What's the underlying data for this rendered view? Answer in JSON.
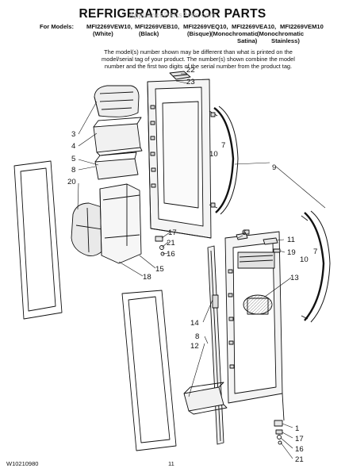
{
  "title": "REFRIGERATOR DOOR PARTS",
  "watermark": "AppliancePartsPros.com",
  "models": {
    "prefix": "For Models:",
    "list": [
      "MFI2269VEW10,",
      "MFI2269VEB10,",
      "MFI2269VEQ10,",
      "MFI2269VEA10,",
      "MFI2269VEM10"
    ],
    "colors_line1": [
      "(White)",
      "(Black)",
      "(Bisque)",
      "(Monochromatic",
      "(Monochromatic"
    ],
    "colors_line2": [
      "Satina)",
      "Stainless)"
    ]
  },
  "note": [
    "The model(s) number shown may be different than what is printed on the",
    "model/serial tag of your product. The number(s) shown combine the model",
    "number and the first two digits of the serial number from the product tag."
  ],
  "callouts": {
    "c22": "22",
    "c23": "23",
    "c3": "3",
    "c4": "4",
    "c5": "5",
    "c8a": "8",
    "c20": "20",
    "c10a": "10",
    "c7a": "7",
    "c9": "9",
    "c6": "6",
    "c11": "11",
    "c19": "19",
    "c10b": "10",
    "c7b": "7",
    "c17a": "17",
    "c21a": "21",
    "c16a": "16",
    "c15": "15",
    "c18": "18",
    "c13": "13",
    "c14": "14",
    "c8b": "8",
    "c12": "12",
    "c1": "1",
    "c17b": "17",
    "c16b": "16",
    "c21b": "21"
  },
  "footer": {
    "doc_number": "W10210980",
    "page_number": "11"
  },
  "colors": {
    "line": "#111111",
    "shade": "#e6e6e6",
    "dark": "#bdbdbd"
  }
}
